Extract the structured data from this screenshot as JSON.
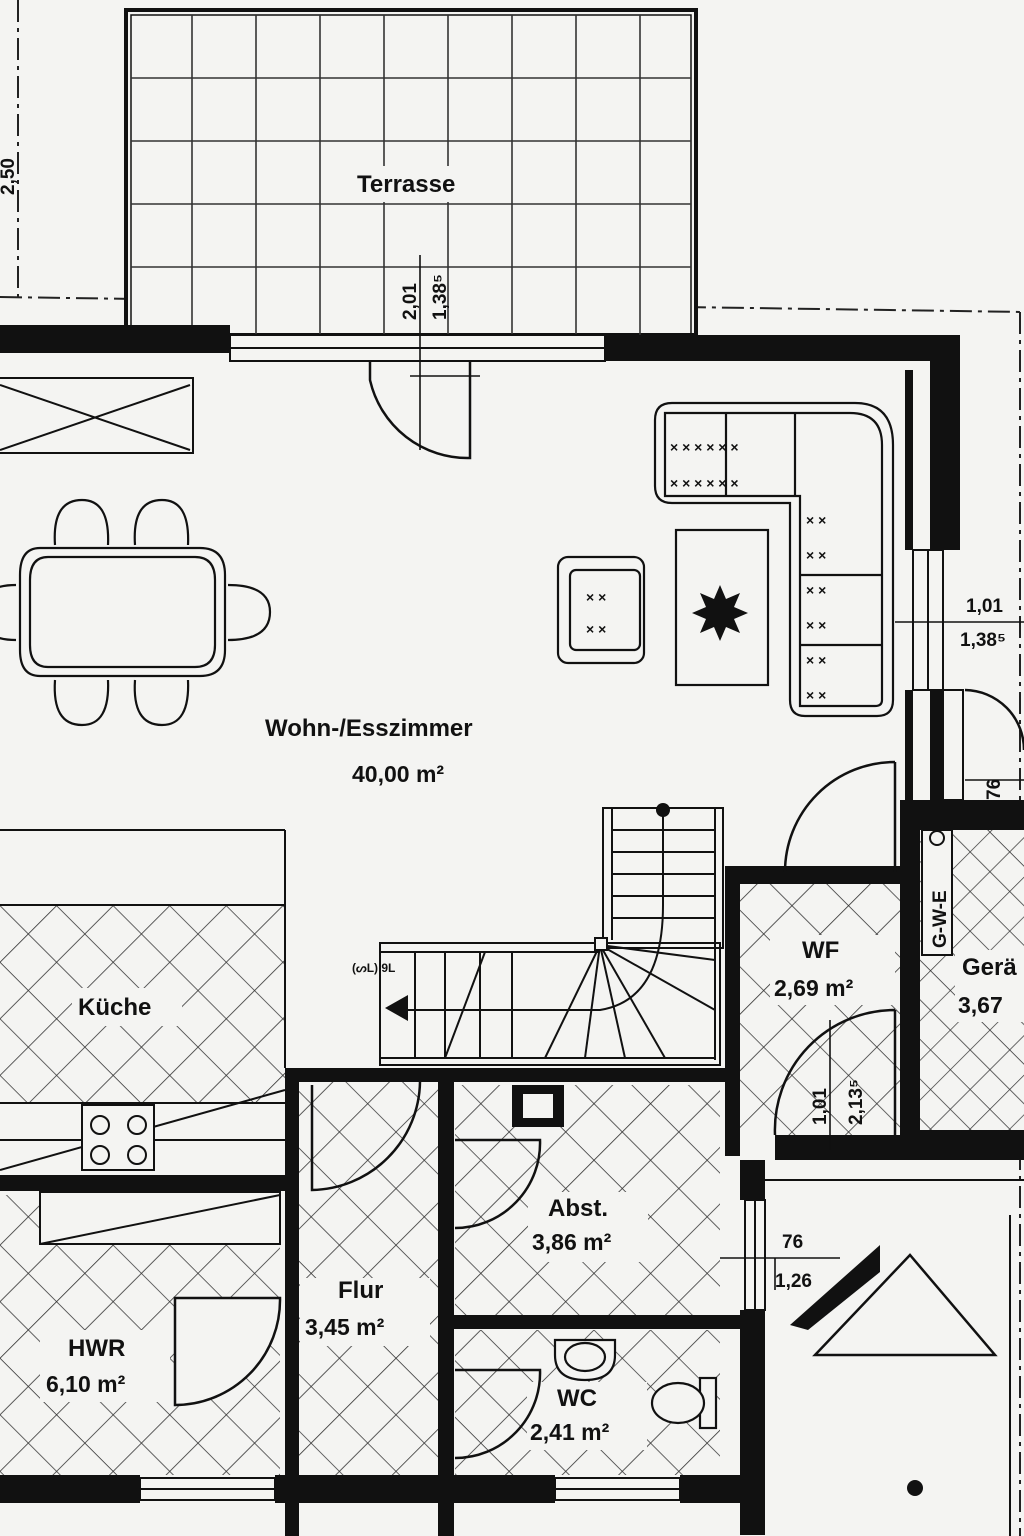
{
  "plan": {
    "rooms": [
      {
        "id": "terrasse",
        "name": "Terrasse",
        "area": ""
      },
      {
        "id": "wohn",
        "name": "Wohn-/Esszimmer",
        "area": "40,00 m²"
      },
      {
        "id": "kueche",
        "name": "Küche",
        "area": ""
      },
      {
        "id": "wf",
        "name": "WF",
        "area": "2,69 m²"
      },
      {
        "id": "geraete",
        "name": "Gerä",
        "area": "3,67"
      },
      {
        "id": "abst",
        "name": "Abst.",
        "area": "3,86 m²"
      },
      {
        "id": "flur",
        "name": "Flur",
        "area": "3,45 m²"
      },
      {
        "id": "hwr",
        "name": "HWR",
        "area": "6,10 m²"
      },
      {
        "id": "wc",
        "name": "WC",
        "area": "2,41 m²"
      }
    ],
    "dimensions": {
      "terrace_depth": "2,50",
      "door_terrace_a": "2,01",
      "door_terrace_b": "1,38⁵",
      "window_right_a": "1,01",
      "window_right_b": "1,38⁵",
      "window_small": "76",
      "door_wf_a": "1,01",
      "door_wf_b": "2,13⁵",
      "window_entry_a": "76",
      "window_entry_b": "1,26",
      "stair_mark": "(ᔕL) 9L"
    },
    "meter_label": "G-W-E"
  }
}
